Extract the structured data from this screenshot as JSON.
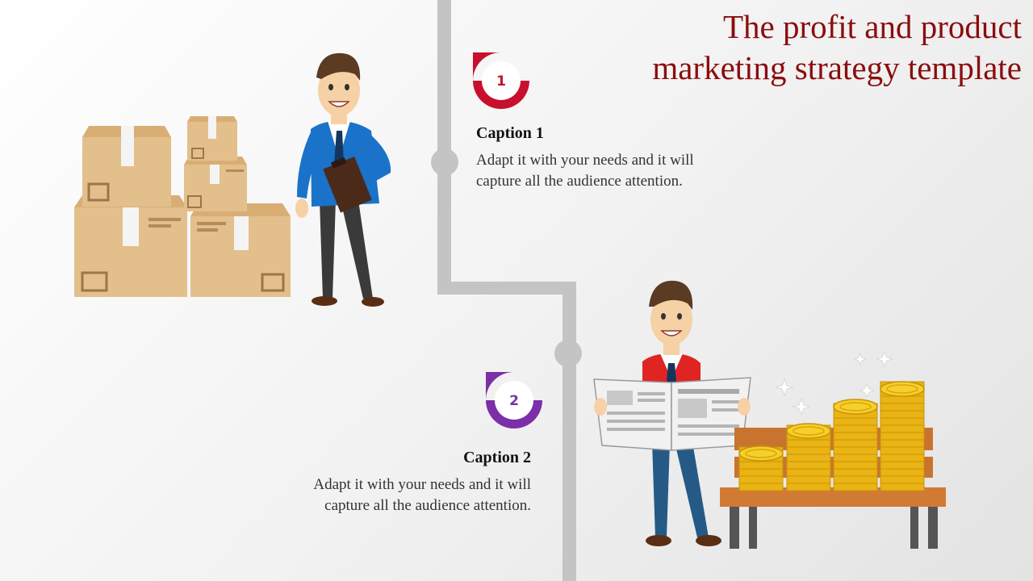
{
  "title": "The profit and product marketing strategy template",
  "captions": [
    {
      "number": "1",
      "title": "Caption 1",
      "body": "Adapt it with your needs and it will capture all the audience attention.",
      "color": "#c8102e"
    },
    {
      "number": "2",
      "title": "Caption 2",
      "body": "Adapt it with your needs and it will capture all the audience attention.",
      "color": "#7b2fa8"
    }
  ],
  "colors": {
    "title": "#8b0d0d",
    "path": "#c4c4c4",
    "box": "#e3bf8c",
    "coin": "#f2c21b",
    "bench": "#c8742f"
  }
}
